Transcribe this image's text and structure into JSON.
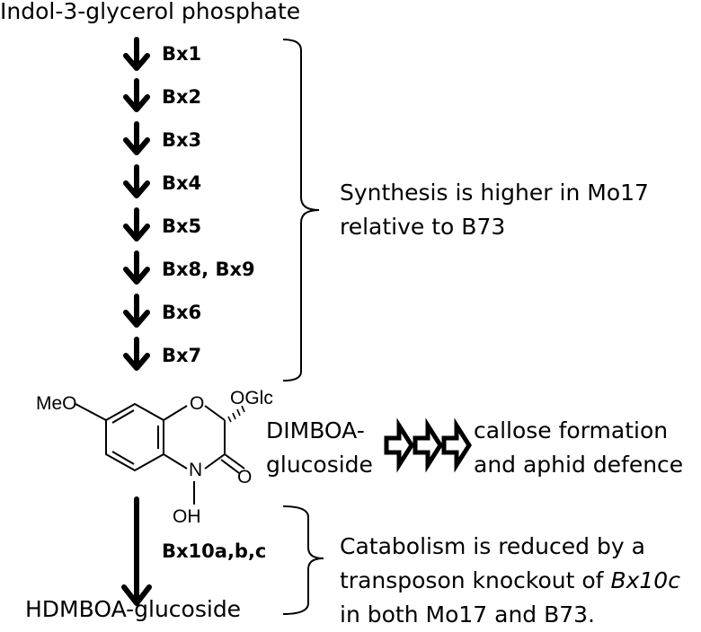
{
  "start_compound": "Indol-3-glycerol phosphate",
  "biosynthesis_steps": [
    "Bx1",
    "Bx2",
    "Bx3",
    "Bx4",
    "Bx5",
    "Bx8, Bx9",
    "Bx6",
    "Bx7"
  ],
  "synthesis_note": {
    "line1": "Synthesis is higher in Mo17",
    "line2": "relative to B73"
  },
  "molecule_labels": {
    "meo": "MeO",
    "oglc": "OGlc",
    "ring_o": "O",
    "ring_n": "N",
    "carbonyl_o": "O",
    "oh": "OH"
  },
  "product": {
    "line1": "DIMBOA-",
    "line2": "glucoside"
  },
  "effect": {
    "line1": "callose formation",
    "line2": "and aphid defence"
  },
  "catabolism_step": "Bx10a,b,c",
  "catabolism_note": {
    "line1": "Catabolism is reduced by a",
    "line2_prefix": "transposon knockout of ",
    "line2_italic": "Bx10c",
    "line3": "in both Mo17 and B73."
  },
  "end_compound": "HDMBOA-glucoside"
}
